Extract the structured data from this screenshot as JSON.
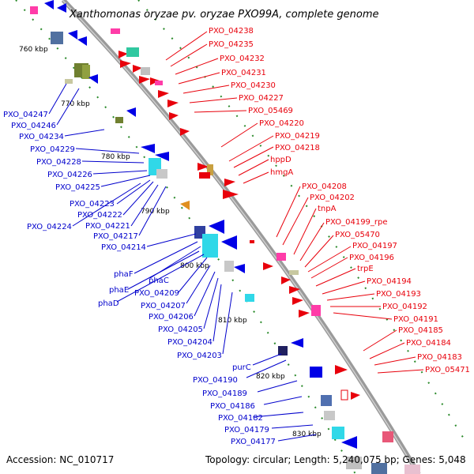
{
  "title": "Xanthomonas oryzae pv. oryzae PXO99A, complete genome",
  "footer": {
    "accession": "Accession: NC_010717",
    "topology": "Topology: circular; Length: 5,240,075 bp; Genes: 5,048"
  },
  "scale_labels": [
    "760 kbp",
    "770 kbp",
    "780 kbp",
    "790 kbp",
    "800 kbp",
    "810 kbp",
    "820 kbp",
    "830 kbp"
  ],
  "right_labels": [
    "PXO_04238",
    "PXO_04235",
    "PXO_04232",
    "PXO_04231",
    "PXO_04230",
    "PXO_04227",
    "PXO_05469",
    "PXO_04220",
    "PXO_04219",
    "PXO_04218",
    "hppD",
    "hmgA",
    "PXO_04208",
    "PXO_04202",
    "tnpA",
    "PXO_04199_rpe",
    "PXO_05470",
    "PXO_04197",
    "PXO_04196",
    "trpE",
    "PXO_04194",
    "PXO_04193",
    "PXO_04192",
    "PXO_04191",
    "PXO_04185",
    "PXO_04184",
    "PXO_04183",
    "PXO_05471"
  ],
  "left_labels": [
    "PXO_04247",
    "PXO_04246",
    "PXO_04234",
    "PXO_04229",
    "PXO_04228",
    "PXO_04226",
    "PXO_04225",
    "PXO_04223",
    "PXO_04222",
    "PXO_04221",
    "PXO_04224",
    "PXO_04217",
    "PXO_04214",
    "phaF",
    "phaC",
    "phaE",
    "PXO_04209",
    "phaD",
    "PXO_04207",
    "PXO_04206",
    "PXO_04205",
    "PXO_04204",
    "PXO_04203",
    "purC",
    "PXO_04190",
    "PXO_04189",
    "PXO_04186",
    "PXO_04182",
    "PXO_04179",
    "PXO_04177"
  ],
  "colors": {
    "backbone": "#9a9a9a",
    "forward_gene": "#e8000b",
    "reverse_gene": "#0000e6",
    "right_label": "#e8000b",
    "left_label": "#0000cc",
    "tick_green": "#2a8a2a"
  }
}
